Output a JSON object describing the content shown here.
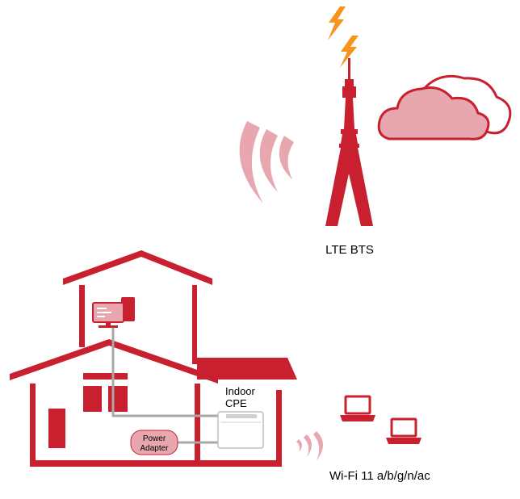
{
  "labels": {
    "tower": "LTE BTS",
    "cpe_line1": "Indoor",
    "cpe_line2": "CPE",
    "adapter_line1": "Power",
    "adapter_line2": "Adapter",
    "wifi": "Wi-Fi 11 a/b/g/n/ac"
  },
  "colors": {
    "primary": "#c8202f",
    "lightning": "#f7941d",
    "cloud_fill": "#e8a7ae",
    "cable": "#a8a8a8"
  },
  "icons": [
    "lightning-icon",
    "cloud-icon",
    "tower-icon",
    "signal-waves-icon",
    "desktop-computer-icon",
    "laptop-icon",
    "router-icon"
  ]
}
